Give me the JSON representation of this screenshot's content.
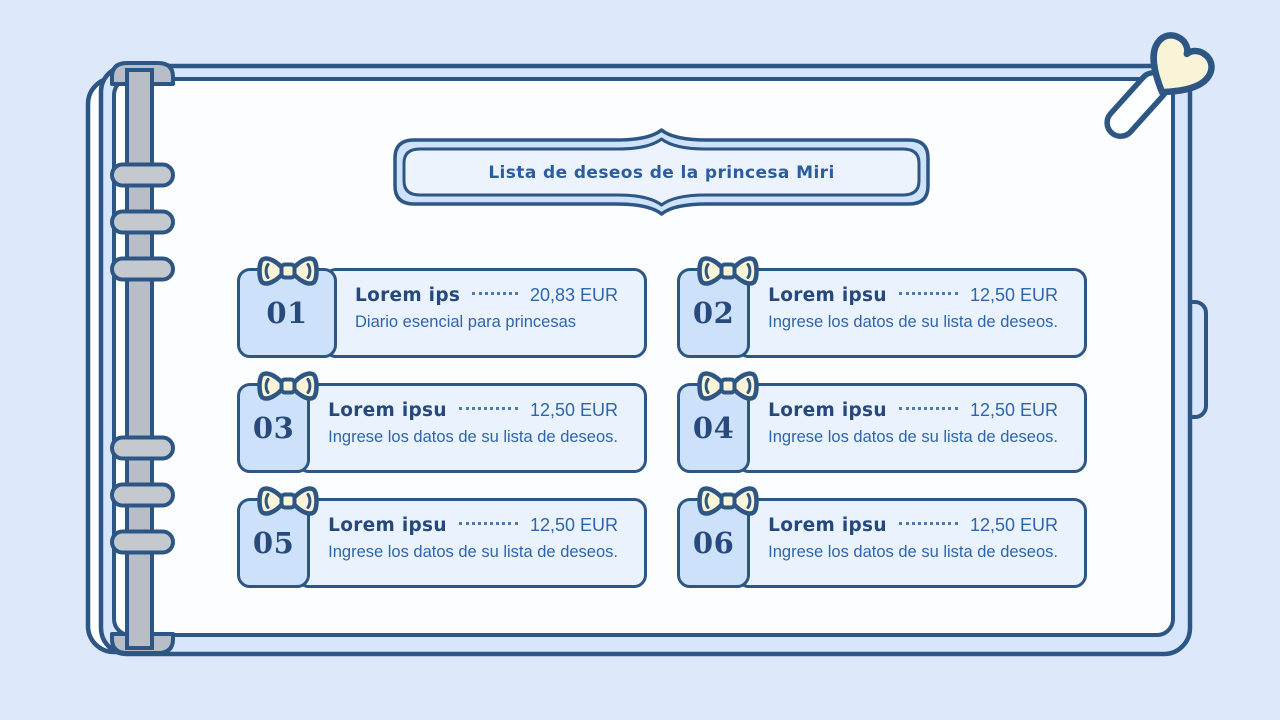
{
  "banner": {
    "title": "Lista de deseos de la princesa Miri"
  },
  "cards": [
    {
      "number": "01",
      "title": "Lorem ips",
      "price": "20,83 EUR",
      "description": "Diario esencial para princesas"
    },
    {
      "number": "02",
      "title": "Lorem ipsu",
      "price": "12,50 EUR",
      "description": "Ingrese los datos de su lista de deseos."
    },
    {
      "number": "03",
      "title": "Lorem ipsu",
      "price": "12,50 EUR",
      "description": "Ingrese los datos de su lista de deseos."
    },
    {
      "number": "04",
      "title": "Lorem ipsu",
      "price": "12,50 EUR",
      "description": "Ingrese los datos de su lista de deseos."
    },
    {
      "number": "05",
      "title": "Lorem ipsu",
      "price": "12,50 EUR",
      "description": "Ingrese los datos de su lista de deseos."
    },
    {
      "number": "06",
      "title": "Lorem ipsu",
      "price": "12,50 EUR",
      "description": "Ingrese los datos de su lista de deseos."
    }
  ],
  "icons": {
    "bow": "ribbon-bow-icon",
    "heart_pen": "heart-pen-icon",
    "binder_rings": "binder-rings",
    "notebook": "notebook-illustration"
  },
  "colors": {
    "background": "#dde9fb",
    "outline_navy": "#2d5685",
    "page": "#fcfdff",
    "cover_rim": "#d7e6fb",
    "card_body": "#eaf2fe",
    "number_box": "#cde1fb",
    "bow_cream": "#f9f4d7",
    "spine_gray": "#b8bec7",
    "ring_gray": "#c4c9d0",
    "title_text": "#25497c",
    "body_text": "#2d66ac",
    "banner_text": "#2b5d9f"
  }
}
